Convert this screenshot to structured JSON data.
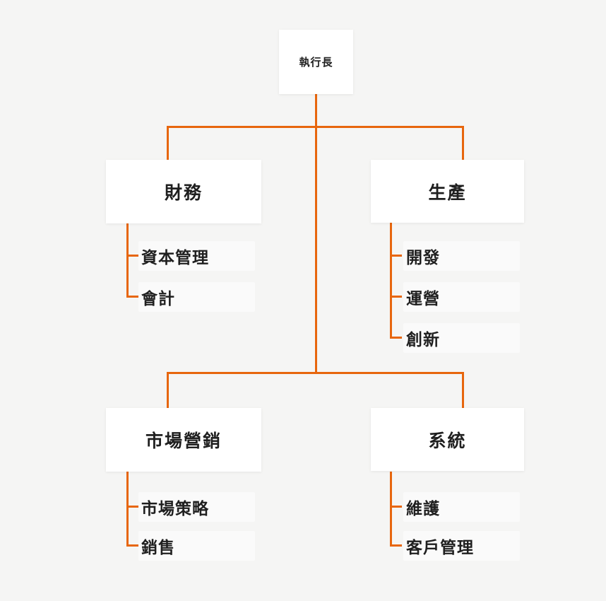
{
  "org": {
    "root": {
      "label": "執行長"
    },
    "groups": [
      {
        "label": "財務",
        "children": [
          "資本管理",
          "會計"
        ]
      },
      {
        "label": "生產",
        "children": [
          "開發",
          "運營",
          "創新"
        ]
      },
      {
        "label": "市場營銷",
        "children": [
          "市場策略",
          "銷售"
        ]
      },
      {
        "label": "系統",
        "children": [
          "維護",
          "客戶管理"
        ]
      }
    ],
    "colors": {
      "connector": "#e7660d",
      "node_bg": "#ffffff",
      "text": "#1f1f1f",
      "background": "#f5f5f4"
    }
  }
}
